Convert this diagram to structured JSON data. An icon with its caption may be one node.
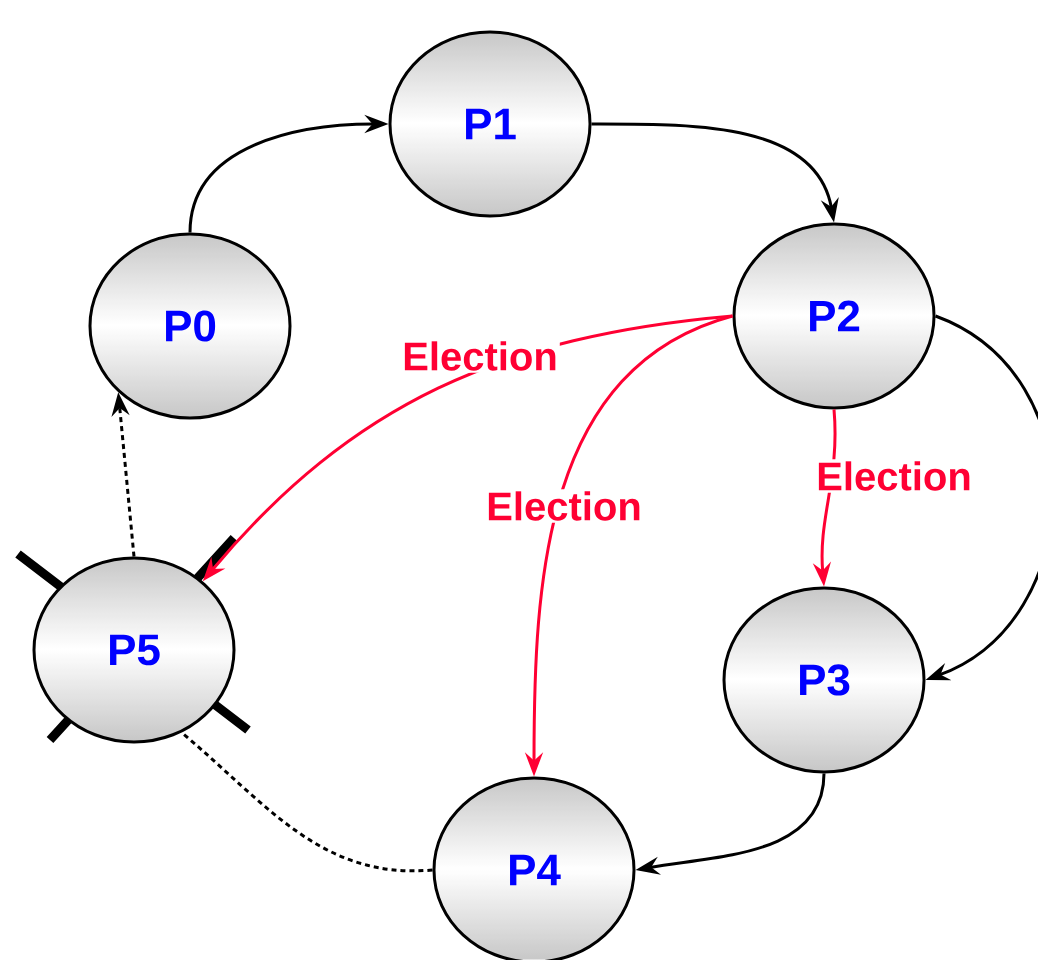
{
  "diagram": {
    "nodes": [
      {
        "text": [
          "P0"
        ]
      },
      {
        "text": [
          "P1"
        ]
      },
      {
        "text": [
          "P2"
        ]
      },
      {
        "text": [
          "P3"
        ]
      },
      {
        "text": [
          "P4"
        ]
      },
      {
        "text": [
          "P5"
        ]
      }
    ],
    "edges": [
      {
        "from": 0,
        "to": 1,
        "arrow": "to"
      },
      {
        "from": 1,
        "to": 2,
        "arrow": "to"
      },
      {
        "from": 2,
        "to": 3,
        "arrow": "to"
      },
      {
        "from": 3,
        "to": 4,
        "arrow": "to"
      },
      {
        "from": 4,
        "to": 5,
        "arrow": "none",
        "style": "dashed"
      },
      {
        "from": 5,
        "to": 0,
        "arrow": "to",
        "style": "dashed"
      },
      {
        "from": 2,
        "to": 5,
        "arrow": "to",
        "label": "Election",
        "color": "#ff0033"
      },
      {
        "from": 2,
        "to": 4,
        "arrow": "to",
        "label": "Election",
        "color": "#ff0033"
      },
      {
        "from": 2,
        "to": 3,
        "arrow": "to",
        "label": "Election",
        "color": "#ff0033"
      }
    ]
  }
}
